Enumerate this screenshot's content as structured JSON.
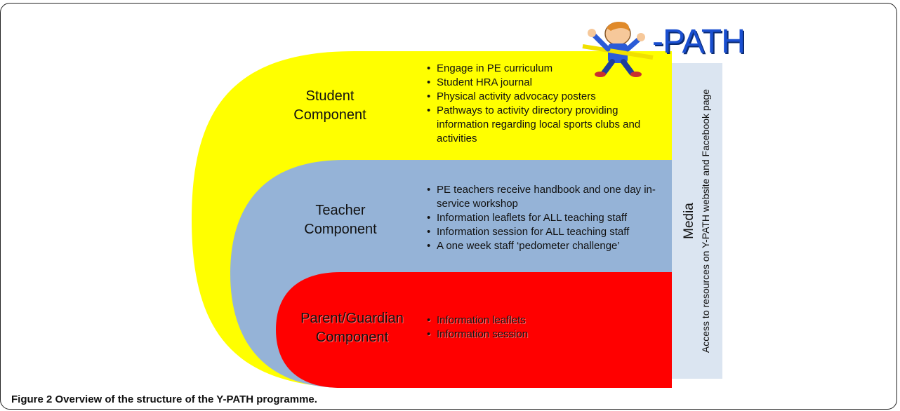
{
  "logo": {
    "text": "-PATH"
  },
  "components": {
    "student": {
      "label_line1": "Student",
      "label_line2": "Component",
      "bullets": [
        "Engage in PE curriculum",
        "Student HRA journal",
        "Physical activity advocacy posters",
        "Pathways to activity directory providing information regarding local sports clubs and activities"
      ]
    },
    "teacher": {
      "label_line1": "Teacher",
      "label_line2": "Component",
      "bullets": [
        "PE teachers receive handbook and one day in-service workshop",
        "Information leaflets for ALL teaching staff",
        "Information session for ALL teaching staff",
        "A one week staff ‘pedometer challenge’"
      ]
    },
    "parent": {
      "label_line1": "Parent/Guardian",
      "label_line2": "Component",
      "bullets": [
        "Information leaflets",
        "Information session"
      ]
    }
  },
  "media": {
    "title": "Media",
    "description": "Access to resources on Y-PATH website and Facebook page"
  },
  "caption": "Figure 2 Overview of the structure of the Y-PATH programme.",
  "colors": {
    "student": "#ffff00",
    "teacher": "#95b3d7",
    "parent": "#ff0000",
    "media": "#dbe5f1",
    "logo": "#1a4fd0"
  }
}
